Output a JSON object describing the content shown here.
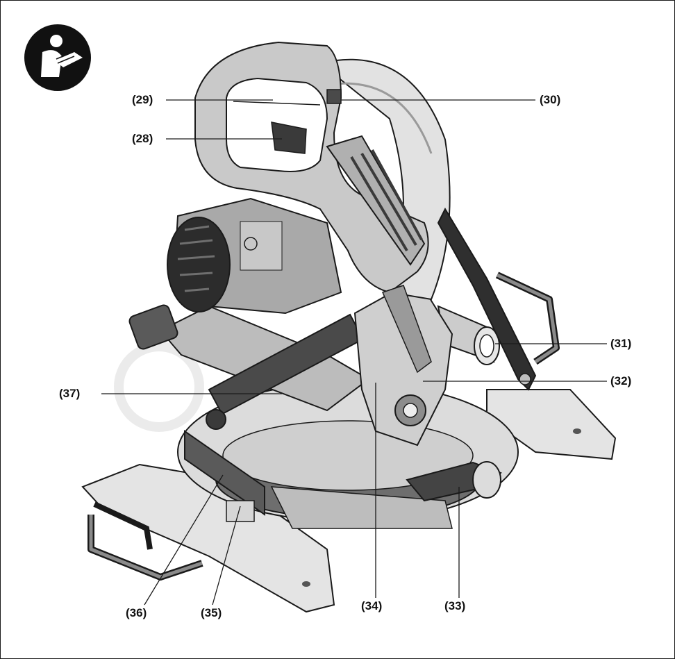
{
  "icon": "read-manual-icon",
  "callouts": {
    "c29": "(29)",
    "c28": "(28)",
    "c30": "(30)",
    "c31": "(31)",
    "c32": "(32)",
    "c37": "(37)",
    "c36": "(36)",
    "c35": "(35)",
    "c34": "(34)",
    "c33": "(33)"
  },
  "colors": {
    "outline": "#1a1a1a",
    "body_light": "#d2d2d2",
    "body_mid": "#a9a9a9",
    "body_dark": "#5a5a5a",
    "black": "#151515"
  }
}
